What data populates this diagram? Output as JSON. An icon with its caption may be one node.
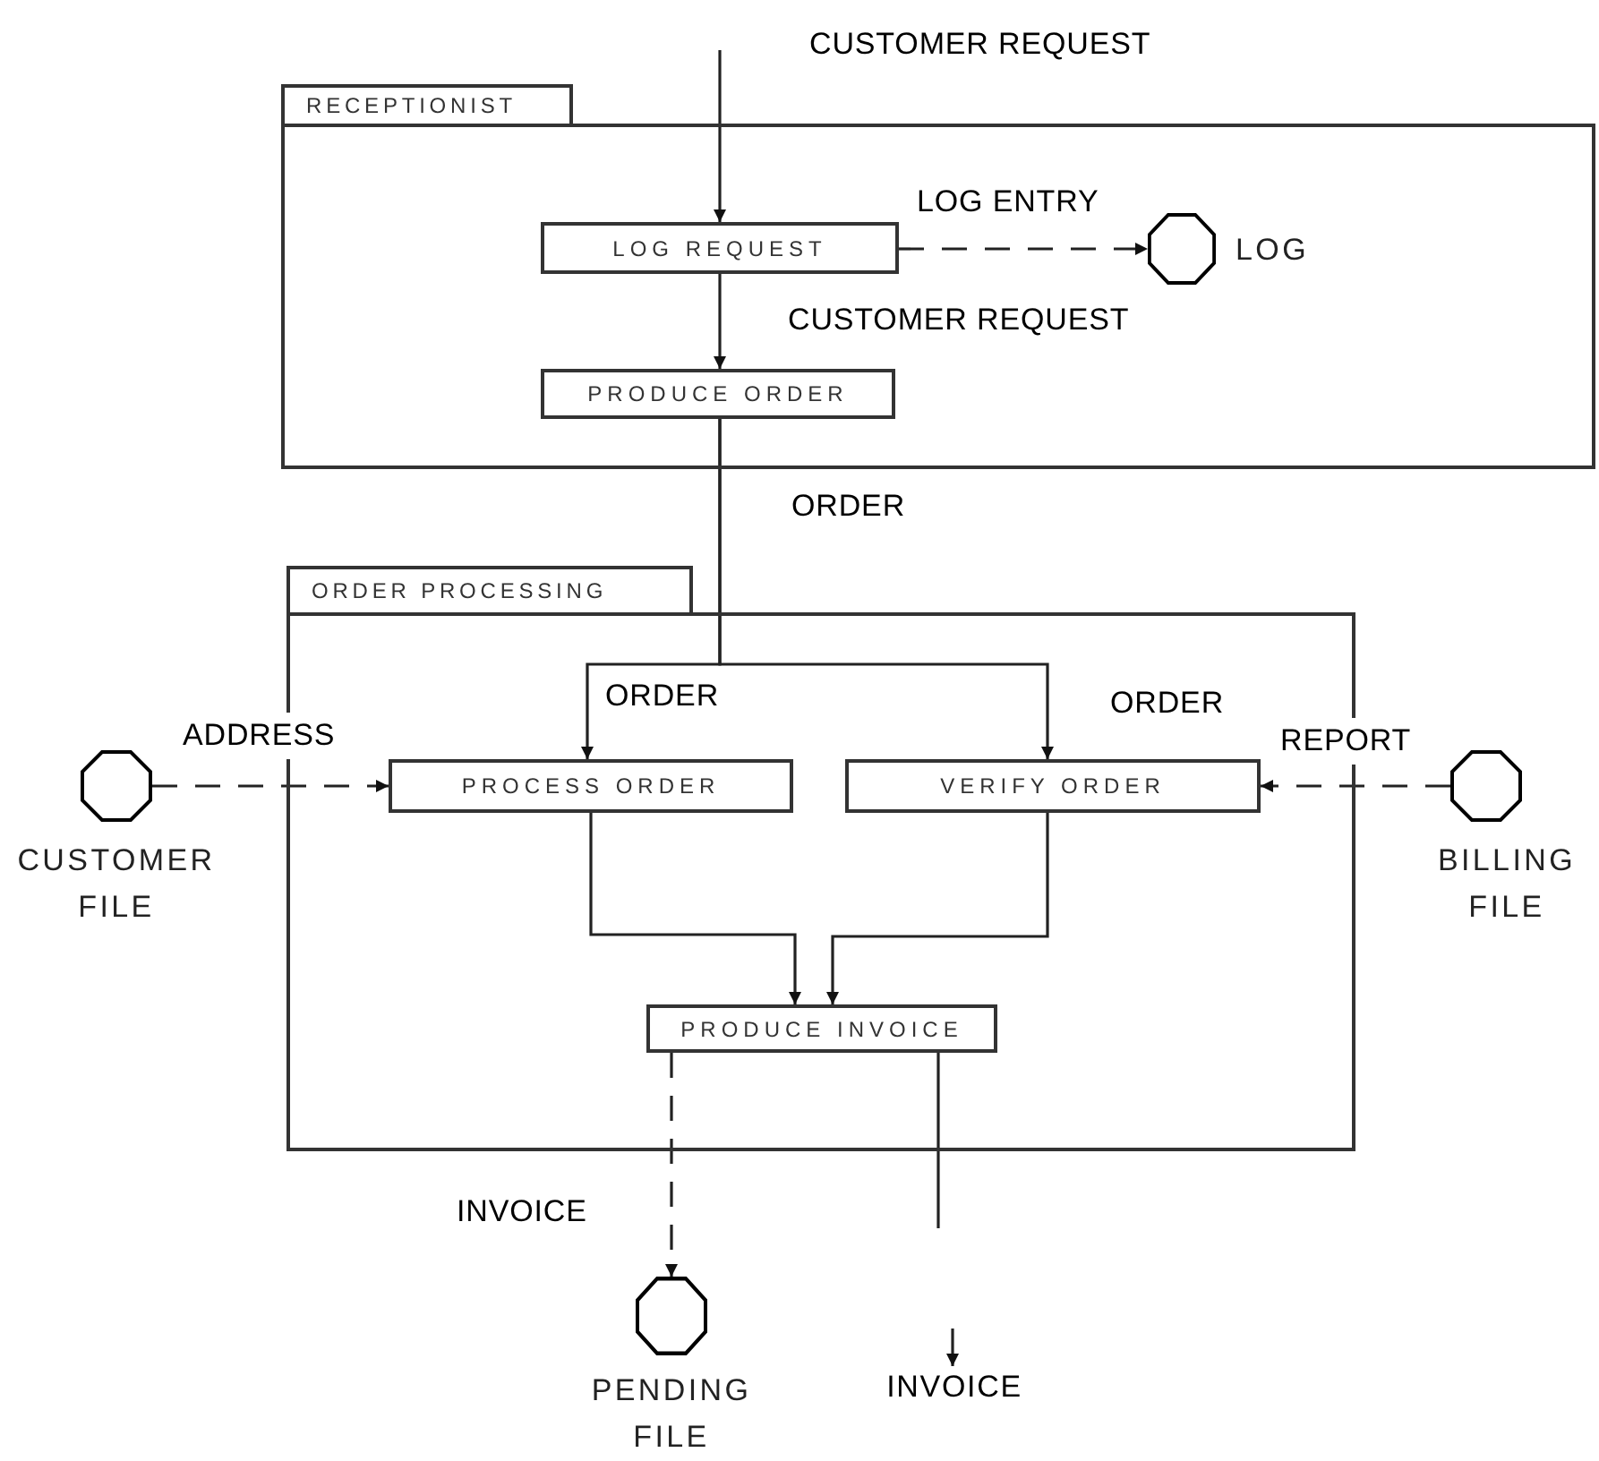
{
  "diagram": {
    "nodes": [
      {
        "text": [
          "RECEPTIONIST"
        ]
      },
      {
        "text": [
          "LOG REQUEST"
        ],
        "in": 0
      },
      {
        "text": [
          "PRODUCE ORDER"
        ],
        "in": 0
      },
      {
        "text": [],
        "shape": "octagon",
        "beside": [
          "LOG"
        ],
        "in": 0
      },
      {
        "text": [
          "ORDER PROCESSING"
        ]
      },
      {
        "text": [
          "PROCESS ORDER"
        ],
        "in": 4
      },
      {
        "text": [
          "VERIFY ORDER"
        ],
        "in": 4
      },
      {
        "text": [
          "PRODUCE INVOICE"
        ],
        "in": 4
      },
      {
        "text": [],
        "shape": "octagon",
        "beside": [
          "CUSTOMER FILE"
        ]
      },
      {
        "text": [],
        "shape": "octagon",
        "beside": [
          "BILLING FILE"
        ]
      },
      {
        "text": [],
        "shape": "octagon",
        "beside": [
          "PENDING FILE"
        ]
      },
      {
        "text": [
          "INVOICE"
        ]
      }
    ],
    "edges": [
      {
        "from": null,
        "to": 1,
        "arrow": "to",
        "label": "CUSTOMER REQUEST"
      },
      {
        "from": 1,
        "to": 3,
        "arrow": "to",
        "label": "LOG ENTRY",
        "style": "dashed"
      },
      {
        "from": 1,
        "to": 2,
        "arrow": "to",
        "label": "CUSTOMER REQUEST"
      },
      {
        "from": 2,
        "to": 5,
        "arrow": "to",
        "label": "ORDER"
      },
      {
        "from": 2,
        "to": 6,
        "arrow": "to",
        "label": "ORDER"
      },
      {
        "from": 8,
        "to": 5,
        "arrow": "to",
        "label": "ADDRESS",
        "style": "dashed"
      },
      {
        "from": 9,
        "to": 6,
        "arrow": "to",
        "label": "REPORT",
        "style": "dashed"
      },
      {
        "from": 5,
        "to": 7,
        "arrow": "to"
      },
      {
        "from": 6,
        "to": 7,
        "arrow": "to"
      },
      {
        "from": 7,
        "to": 10,
        "arrow": "to",
        "label": "INVOICE",
        "style": "dashed"
      },
      {
        "from": 7,
        "to": null,
        "arrow": "none"
      },
      {
        "from": null,
        "to": 11,
        "arrow": "to"
      }
    ],
    "labels": [
      "ORDER"
    ]
  }
}
